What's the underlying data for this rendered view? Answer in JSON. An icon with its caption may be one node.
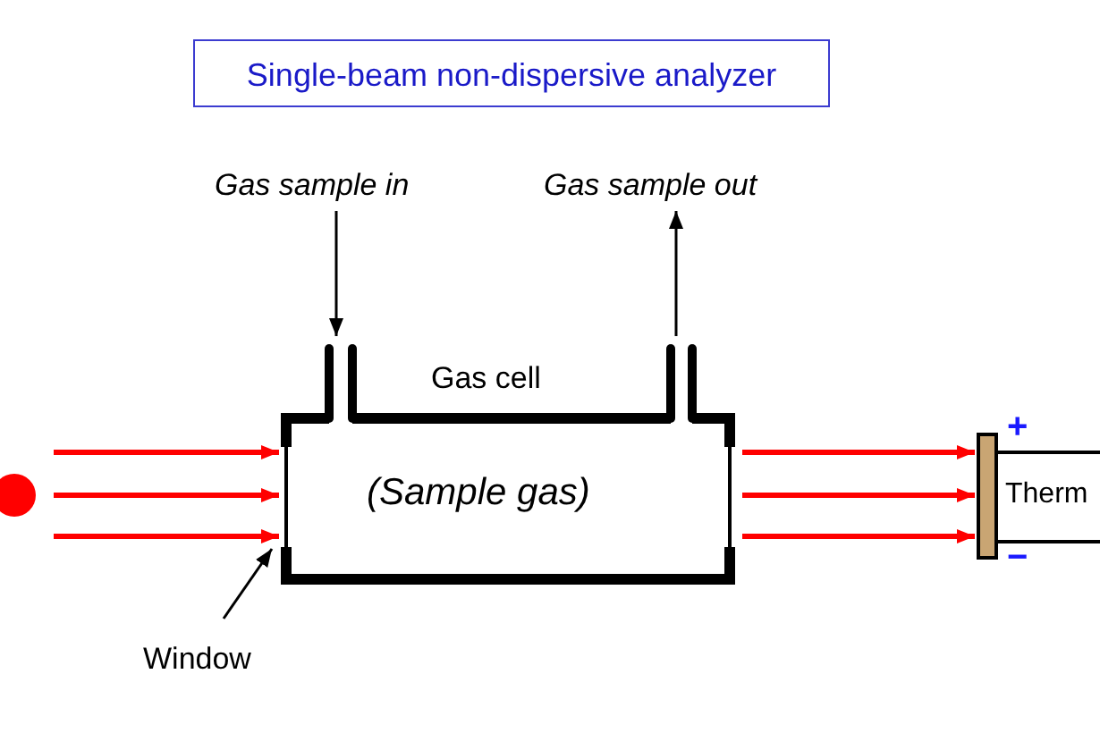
{
  "diagram": {
    "title": "Single-beam non-dispersive analyzer",
    "nodes": [
      {
        "text": [],
        "shape": "circle"
      },
      {
        "text": [
          "Gas cell",
          "(Sample gas)"
        ]
      },
      {
        "text": [],
        "shape": "bar"
      },
      {
        "text": [
          "Therm"
        ]
      },
      {
        "text": [
          "Gas sample in"
        ]
      },
      {
        "text": [
          "Gas sample out"
        ]
      },
      {
        "text": [
          "Window"
        ]
      }
    ],
    "edges": [
      {
        "from": 0,
        "to": 1,
        "arrow": "to",
        "color": "#ff0000"
      },
      {
        "from": 0,
        "to": 1,
        "arrow": "to",
        "color": "#ff0000"
      },
      {
        "from": 0,
        "to": 1,
        "arrow": "to",
        "color": "#ff0000"
      },
      {
        "from": 1,
        "to": 2,
        "arrow": "to",
        "color": "#ff0000"
      },
      {
        "from": 1,
        "to": 2,
        "arrow": "to",
        "color": "#ff0000"
      },
      {
        "from": 1,
        "to": 2,
        "arrow": "to",
        "color": "#ff0000"
      },
      {
        "from": 4,
        "to": 1,
        "arrow": "to",
        "color": "#000000"
      },
      {
        "from": 1,
        "to": 5,
        "arrow": "to",
        "color": "#000000"
      },
      {
        "from": 6,
        "to": 1,
        "arrow": "to",
        "color": "#000000"
      }
    ],
    "labels": [
      "+",
      "−"
    ]
  }
}
